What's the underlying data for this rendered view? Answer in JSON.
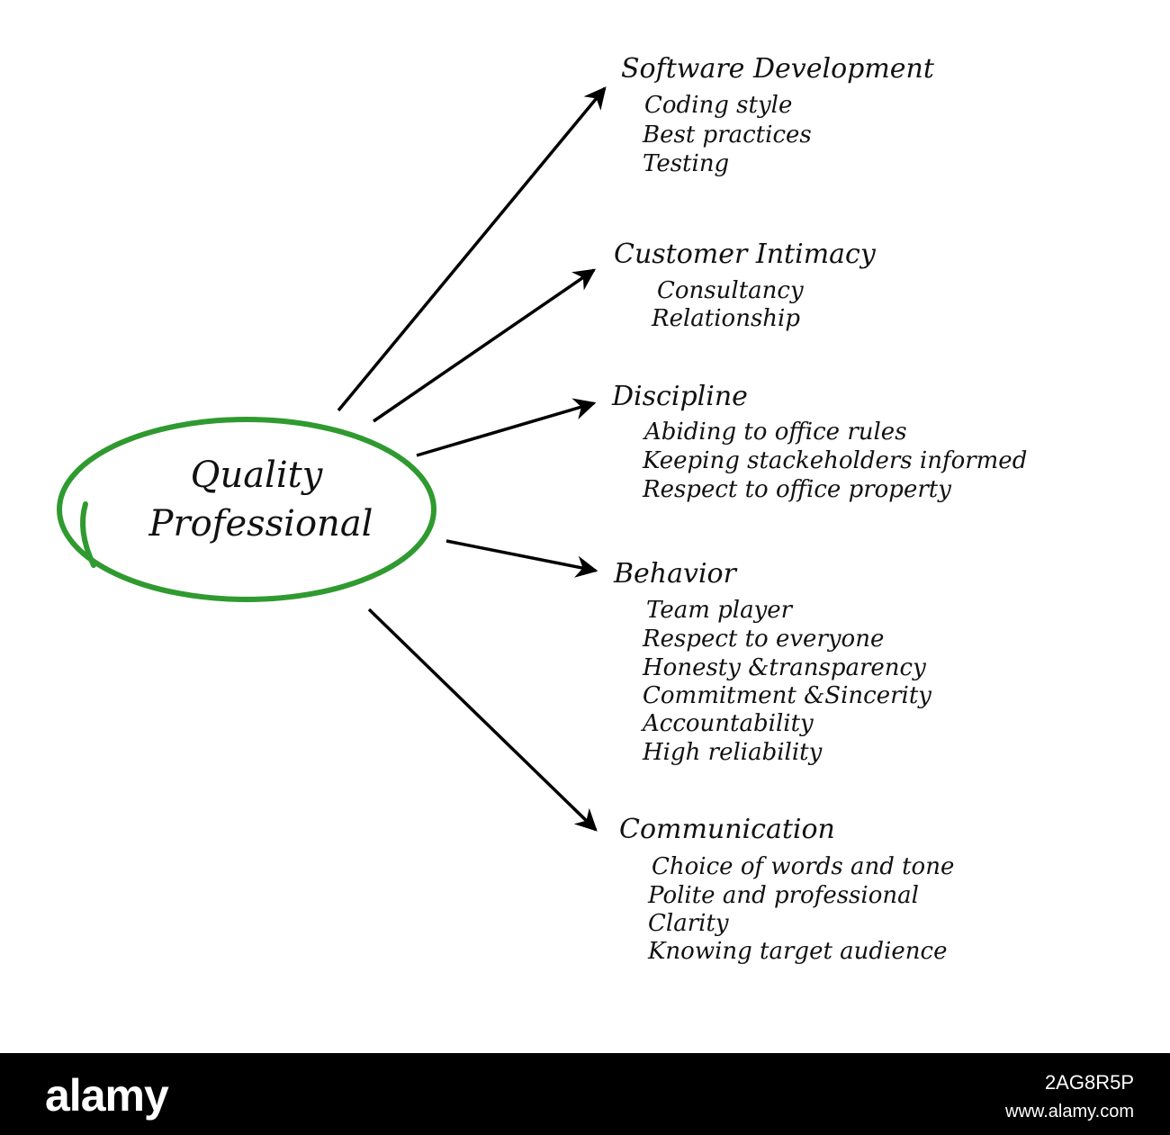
{
  "diagram": {
    "center": {
      "line1": "Quality",
      "line2": "Professional",
      "ring_color": "#2f9a2f"
    },
    "arrow_color": "#000000",
    "branches": [
      {
        "heading": "Software Development",
        "items": [
          "Coding style",
          "Best practices",
          "Testing"
        ]
      },
      {
        "heading": "Customer Intimacy",
        "items": [
          "Consultancy",
          "Relationship"
        ]
      },
      {
        "heading": "Discipline",
        "items": [
          "Abiding to office rules",
          "Keeping stackeholders informed",
          "Respect to office property"
        ]
      },
      {
        "heading": "Behavior",
        "items": [
          "Team player",
          "Respect to everyone",
          "Honesty &transparency",
          "Commitment &Sincerity",
          "Accountability",
          "High reliability"
        ]
      },
      {
        "heading": "Communication",
        "items": [
          "Choice of words and tone",
          "Polite and professional",
          "Clarity",
          "Knowing target audience"
        ]
      }
    ]
  },
  "footer": {
    "logo": "alamy",
    "image_id": "2AG8R5P",
    "url": "www.alamy.com"
  }
}
